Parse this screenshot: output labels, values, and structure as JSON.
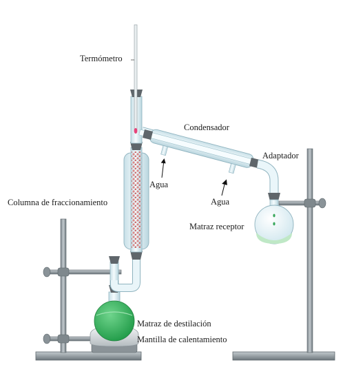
{
  "labels": {
    "termometro": "Termómetro",
    "condensador": "Condensador",
    "adaptador": "Adaptador",
    "agua_entrada": "Agua",
    "agua_salida": "Agua",
    "columna": "Columna de fraccionamiento",
    "matraz_receptor": "Matraz receptor",
    "matraz_destilacion": "Matraz de destilación",
    "mantilla": "Mantilla de calentamiento"
  },
  "colors": {
    "glass": "#dff0f5",
    "glass_edge": "#8fb3bf",
    "liquid_green": "#2fb25a",
    "receiver_liquid": "#bfe8c6",
    "packing": "#d98a8a",
    "metal": "#9aa3a8",
    "metal_dark": "#6d767c",
    "stopper": "#5f666b",
    "mantle": "#dfe3e6"
  }
}
